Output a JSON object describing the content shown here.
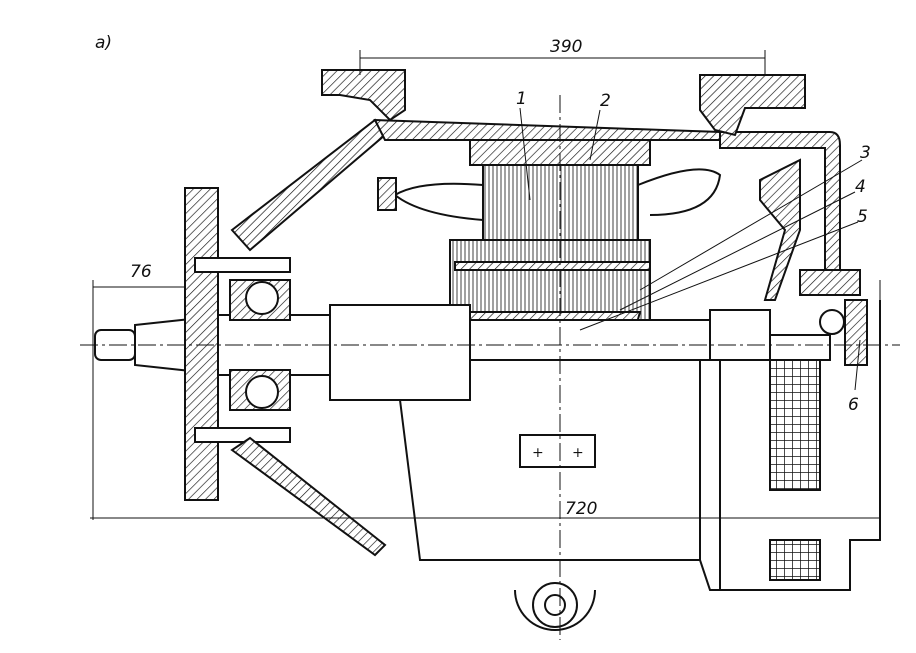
{
  "figure_label": "а)",
  "dimensions": {
    "top": "390",
    "left": "76",
    "bottom": "720"
  },
  "callouts": [
    "1",
    "2",
    "3",
    "4",
    "5",
    "6"
  ]
}
